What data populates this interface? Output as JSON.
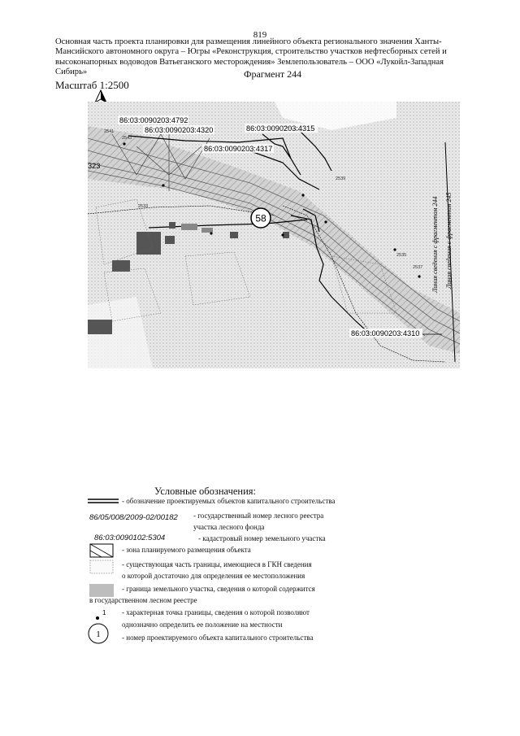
{
  "page_number": "819",
  "header_text": "Основная часть проекта планировки для размещения линейного объекта регионального значения Ханты-Мансийского автономного округа – Югры «Реконструкция, строительство участков нефтесборных сетей и высоконапорных водоводов Ватьеганского месторождения» Землепользователь – ООО «Лукойл-Западная Сибирь»",
  "fragment": "Фрагмент 244",
  "scale": "Масштаб 1:2500",
  "map": {
    "cadastral_labels": {
      "c4792": "86:03:0090203:4792",
      "c4320": "86:03:0090203:4320",
      "c4315": "86:03:0090203:4315",
      "c4317": "86:03:0090203:4317",
      "c4310": "86:03:0090203:4310"
    },
    "partial_label": "323",
    "object_number": "58",
    "side_label_1": "Линия сведения с фрагментом 244",
    "side_label_2": "Линия сведения с фрагментом 245",
    "points": {
      "p2541": "2541",
      "p2543": "2543",
      "p2539": "2539",
      "p2537": "2537",
      "p2535": "2535",
      "p2533": "2533"
    }
  },
  "legend": {
    "title": "Условные обозначения:",
    "items": [
      {
        "text": "- обозначение проектируемых объектов капитального строительства"
      },
      {
        "code": "86/05/008/2009-02/00182",
        "text_line1": "- государственный номер лесного реестра",
        "text_line2": "участка лесного фонда"
      },
      {
        "code": "86:03:0090102:5304",
        "text": "- кадастровый номер земельного участка"
      },
      {
        "text": "- зона планируемого размещения объекта"
      },
      {
        "text_line1": "- существующая часть границы, имеющиеся в ГКН сведения",
        "text_line2": "о которой достаточно для определения ее местоположения"
      },
      {
        "text_line1": "- граница земельного участка, сведения о которой содержится",
        "text_line2": "в государственном лесном реестре"
      },
      {
        "marker": "1",
        "text_line1": "- характерная точка границы, сведения о которой позволяют",
        "text_line2": "однозначно определить ее положение на местности"
      },
      {
        "marker": "1",
        "text": "- номер проектируемого объекта капитального строительства"
      }
    ]
  },
  "colors": {
    "forest_fill": "#bdbdbd",
    "boundary": "#000000",
    "map_bg": "#e6e6e6"
  }
}
